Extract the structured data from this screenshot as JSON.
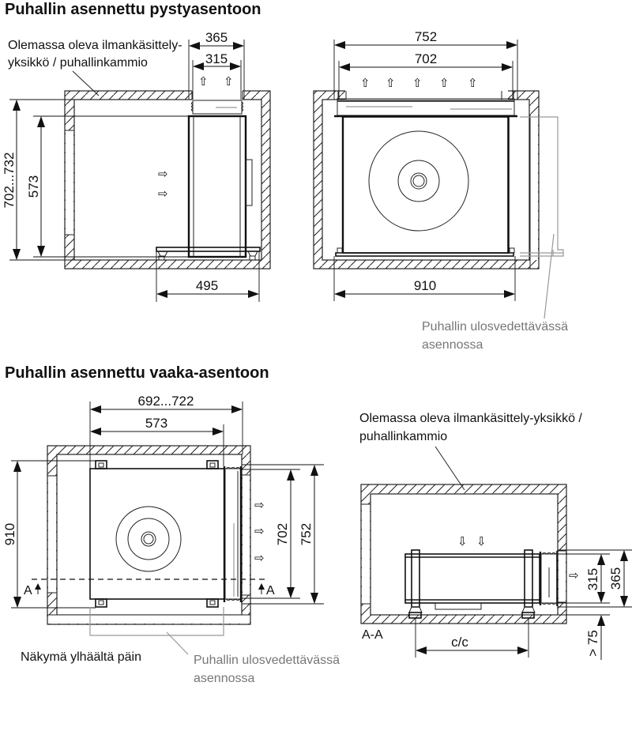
{
  "sections": {
    "vertical": {
      "title": "Puhallin asennettu pystyasentoon",
      "existing_unit_label_line1": "Olemassa oleva ilmankäsittely-",
      "existing_unit_label_line2": "yksikkö / puhallinkammio",
      "side_view": {
        "dim_outlet_outer": "365",
        "dim_outlet_inner": "315",
        "dim_height_range": "702...732",
        "dim_fan_height": "573",
        "dim_depth": "495"
      },
      "front_view": {
        "dim_outer_width": "752",
        "dim_inner_width": "702",
        "dim_base_width": "910",
        "pulled_out_label_line1": "Puhallin ulosvedettävässä",
        "pulled_out_label_line2": "asennossa"
      }
    },
    "horizontal": {
      "title": "Puhallin asennettu vaaka-asentoon",
      "top_view": {
        "dim_length_range": "692...722",
        "dim_fan_length": "573",
        "dim_width": "910",
        "dim_inner": "702",
        "dim_outer": "752",
        "section_marker_left": "A",
        "section_marker_right": "A",
        "view_label": "Näkymä ylhäältä päin",
        "pulled_out_label_line1": "Puhallin ulosvedettävässä",
        "pulled_out_label_line2": "asennossa"
      },
      "section_view": {
        "existing_unit_label_line1": "Olemassa oleva ilmankäsittely-yksikkö /",
        "existing_unit_label_line2": "puhallinkammio",
        "section_label": "A-A",
        "dim_cc": "c/c",
        "dim_inner": "315",
        "dim_outer": "365",
        "dim_clearance": "> 75"
      }
    }
  },
  "icons": {
    "flow_right": "⇨",
    "flow_up": "⇧",
    "flow_down": "⇩"
  }
}
